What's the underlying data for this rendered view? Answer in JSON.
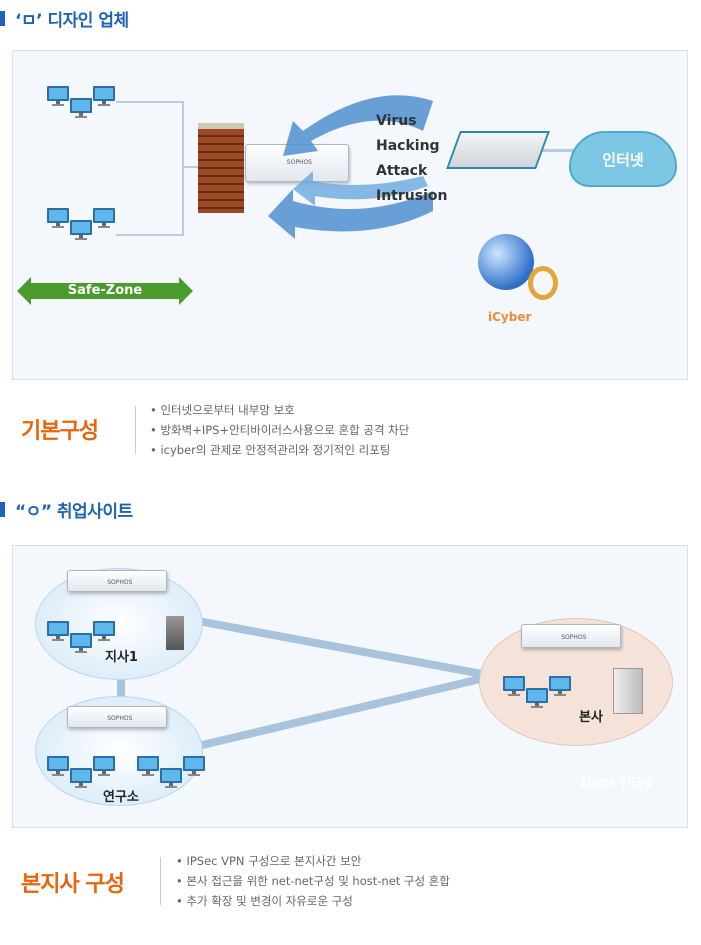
{
  "section1": {
    "title": "‘ㅁ’ 디자인 업체",
    "threats": [
      "Virus",
      "Hacking",
      "Attack",
      "Intrusion"
    ],
    "safe_zone_label": "Safe-Zone",
    "cloud_label": "인터넷",
    "firewall_brand": "SOPHOS",
    "logo_text": "iCyber",
    "summary_title": "기본구성",
    "bullets": [
      "인터넷으로부터 내부망 보호",
      "방화벽+IPS+안티바이러스사용으로 혼합 공격 차단",
      "icyber의 관제로 안정적관리와 정기적인 리포팅"
    ]
  },
  "section2": {
    "title": "“ㅇ” 취업사이트",
    "branch_label": "지사1",
    "lab_label": "연구소",
    "hq_label": "본사",
    "link_label": "100M 인터넷",
    "firewall_brand": "SOPHOS",
    "summary_title": "본지사 구성",
    "bullets": [
      "IPSec VPN 구성으로 본지사간 보안",
      "본사 접근을 위한 net-net구성 및 host-net 구성 혼합",
      "추가 확장 및 변경이 자유로운 구성"
    ]
  },
  "colors": {
    "title_blue": "#1f63b5",
    "accent_orange": "#e8650d",
    "safe_zone_green": "#4a9a2c"
  }
}
